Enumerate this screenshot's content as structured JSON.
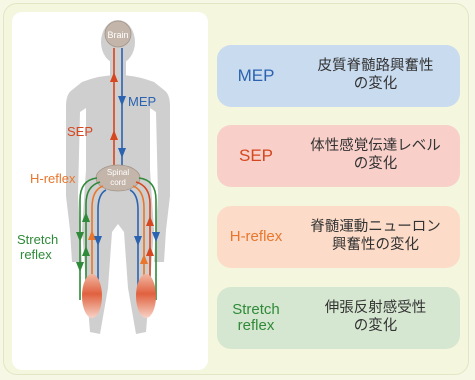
{
  "labels": {
    "brain": "Brain",
    "spinal_cord": "Spinal\ncord",
    "mep": "MEP",
    "sep": "SEP",
    "h_reflex": "H-reflex",
    "stretch_reflex": "Stretch\nreflex"
  },
  "cards": [
    {
      "abbr": "MEP",
      "desc": "皮質脊髄路興奮性\nの変化",
      "bg": "#c9dbef",
      "color": "#2b63b0"
    },
    {
      "abbr": "SEP",
      "desc": "体性感覚伝達レベル\nの変化",
      "bg": "#f8cfc9",
      "color": "#d6461f"
    },
    {
      "abbr": "H-reflex",
      "desc": "脊髄運動ニューロン\n興奮性の変化",
      "bg": "#fcdcc9",
      "color": "#e8762c"
    },
    {
      "abbr": "Stretch\nreflex",
      "desc": "伸張反射感受性\nの変化",
      "bg": "#d6e7d1",
      "color": "#2f8a39"
    }
  ],
  "colors": {
    "mep": "#2b63b0",
    "sep": "#d6461f",
    "h_reflex": "#e8762c",
    "stretch": "#2f8a39",
    "silhouette": "#cfcfcf",
    "node": "#c4b5aa"
  },
  "icons": [
    "up-arrow",
    "down-arrow"
  ]
}
